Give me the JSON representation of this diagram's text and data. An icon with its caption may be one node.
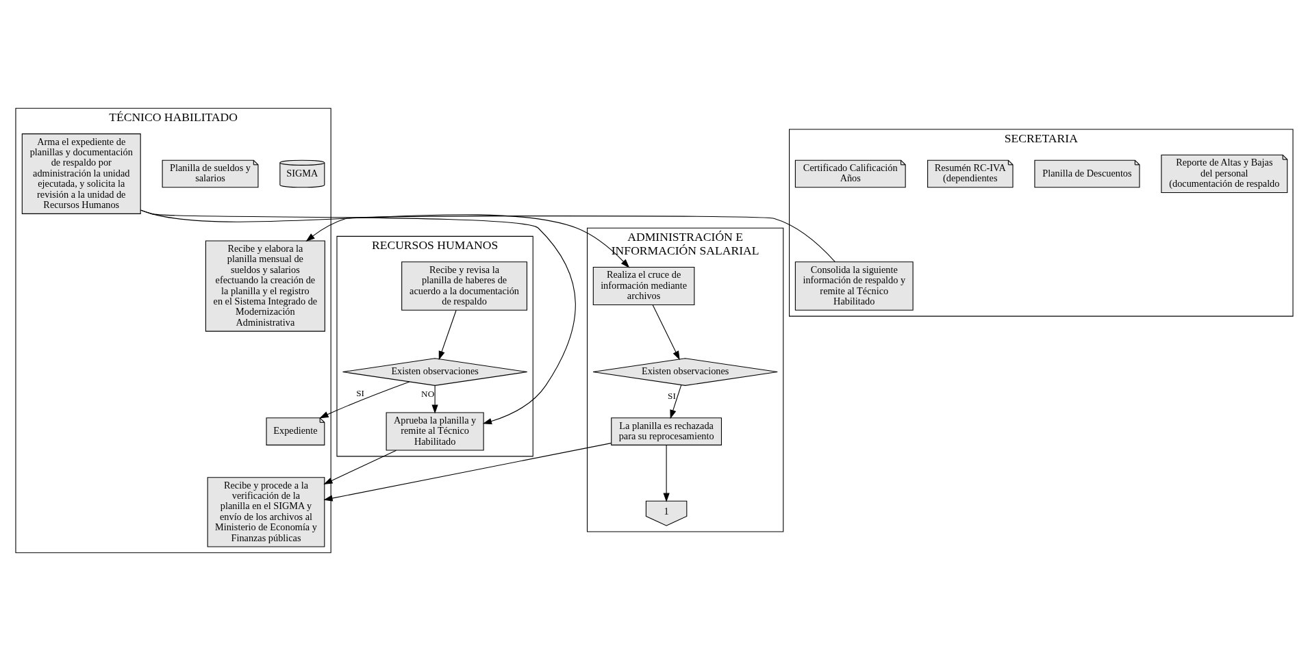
{
  "diagram": {
    "nodes": [
      {
        "text": [
          "RECURSOS HUMANOS"
        ]
      },
      {
        "text": [
          "SECRETARIA"
        ]
      },
      {
        "text": [
          "TÉCNICO HABILITADO"
        ]
      },
      {
        "text": [
          "ADMINISTRACIÓN E INFORMACIÓN SALARIAL"
        ]
      },
      {
        "text": [
          "Recibe y revisa la planilla de haberes de acuerdo a la documentación de respaldo"
        ],
        "in": 0
      },
      {
        "text": [
          "Existen observaciones"
        ],
        "in": 0
      },
      {
        "text": [
          "Aprueba la planilla y remite al Técnico Habilitado"
        ],
        "in": 0
      },
      {
        "text": [
          "Consolida la siguiente información de respaldo y remite al Técnico Habilitado"
        ],
        "in": 1
      },
      {
        "text": [
          "Reporte de Altas y Bajas del personal (documentación de respaldo"
        ],
        "in": 1
      },
      {
        "text": [
          "Planilla de Descuentos"
        ],
        "in": 1
      },
      {
        "text": [
          "Resumén RC-IVA (dependientes"
        ],
        "in": 1
      },
      {
        "text": [
          "Certificado Calificación Años"
        ],
        "in": 1
      },
      {
        "text": [
          "Recibe y elabora la planilla mensual de sueldos y salarios efectuando la creación de la planilla y el registro en el Sistema Integrado de Modernización Administrativa"
        ],
        "in": 2
      },
      {
        "text": [
          "SIGMA"
        ],
        "in": 2
      },
      {
        "text": [
          "Planilla de sueldos y salarios"
        ],
        "in": 2
      },
      {
        "text": [
          "Arma el expediente de planillas y documentación de respaldo por administración la unidad ejecutada, y solicita la revisión a la unidad de Recursos Humanos"
        ],
        "in": 2
      },
      {
        "text": [
          "Expediente"
        ],
        "in": 2
      },
      {
        "text": [
          "Recibe y procede a la verificación de la planilla en el SIGMA y envío de los archivos al Ministerio de Economía y Finanzas públicas"
        ],
        "in": 2
      },
      {
        "text": [
          "Realiza el cruce de información mediante archivos"
        ],
        "in": 3
      },
      {
        "text": [
          "Existen observaciones"
        ],
        "in": 3
      },
      {
        "text": [
          "La planilla es rechazada para su reprocesamiento"
        ],
        "in": 3
      },
      {
        "text": [
          "1"
        ],
        "in": 3
      }
    ],
    "edges": [
      {
        "from": 7,
        "to": 12,
        "arrow": "to"
      },
      {
        "from": 4,
        "to": 5,
        "arrow": "to"
      },
      {
        "from": 5,
        "to": 16,
        "arrow": "to",
        "label": "SI"
      },
      {
        "from": 5,
        "to": 6,
        "arrow": "to",
        "label": "NO"
      },
      {
        "from": 15,
        "to": 6,
        "arrow": "to"
      },
      {
        "from": 15,
        "to": 18,
        "arrow": "to"
      },
      {
        "from": 18,
        "to": 19,
        "arrow": "to"
      },
      {
        "from": 19,
        "to": 20,
        "arrow": "to",
        "label": "SI"
      },
      {
        "from": 6,
        "to": 17,
        "arrow": "to"
      },
      {
        "from": 20,
        "to": 17,
        "arrow": "to"
      },
      {
        "from": 20,
        "to": 21,
        "arrow": "to"
      }
    ]
  }
}
